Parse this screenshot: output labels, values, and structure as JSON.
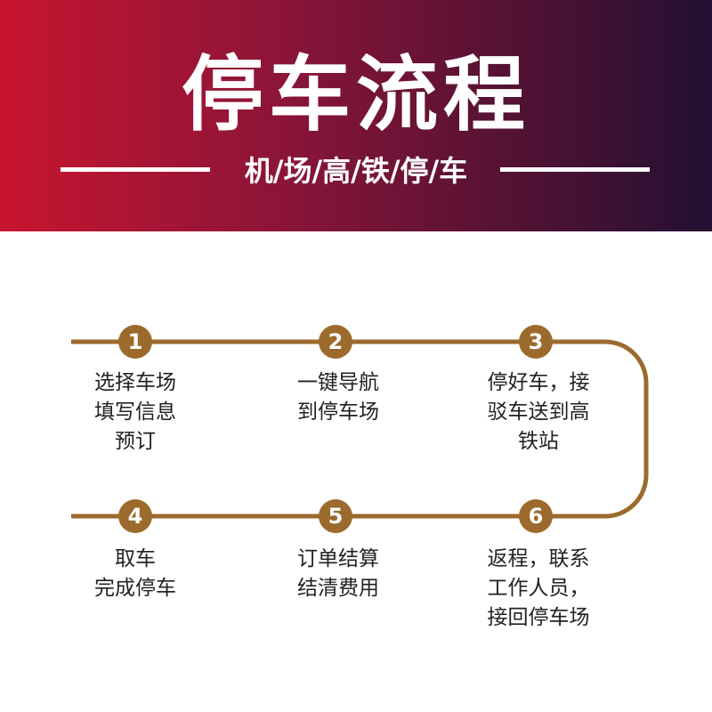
{
  "header": {
    "title": "停车流程",
    "subtitle": "机/场/高/铁/停/车"
  },
  "colors": {
    "banner_start": "#c8152f",
    "banner_end": "#231033",
    "flow_line": "#9b6a2c",
    "step_badge": "#9b6a2c"
  },
  "steps": [
    {
      "num": "1",
      "lines": [
        "选择车场",
        "填写信息",
        "预订"
      ]
    },
    {
      "num": "2",
      "lines": [
        "一键导航",
        "到停车场"
      ]
    },
    {
      "num": "3",
      "lines": [
        "停好车，接",
        "驳车送到高",
        "铁站"
      ]
    },
    {
      "num": "4",
      "lines": [
        "取车",
        "完成停车"
      ]
    },
    {
      "num": "5",
      "lines": [
        "订单结算",
        "结清费用"
      ]
    },
    {
      "num": "6",
      "lines": [
        "返程，联系",
        "工作人员，",
        "接回停车场"
      ]
    }
  ]
}
